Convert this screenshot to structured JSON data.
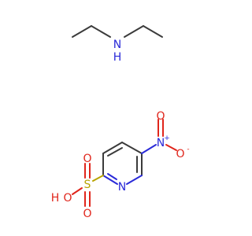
{
  "molecules": {
    "diethylamine": {
      "atoms": {
        "n": "N",
        "h": "H"
      }
    },
    "nitropyridine_sulfonic_acid": {
      "atoms": {
        "ring_n": "N",
        "nitro_n": "N",
        "nitro_n_charge": "+",
        "nitro_o_top": "O",
        "nitro_o_right": "O",
        "nitro_o_charge": "-",
        "s": "S",
        "o_oh": "O",
        "h_oh": "H",
        "o_upper": "O",
        "o_lower": "O"
      }
    }
  },
  "colors": {
    "carbon_bond": "#3b3b3b",
    "nitrogen": "#2a2ad8",
    "oxygen": "#e0251b",
    "sulfur": "#b8a400"
  }
}
